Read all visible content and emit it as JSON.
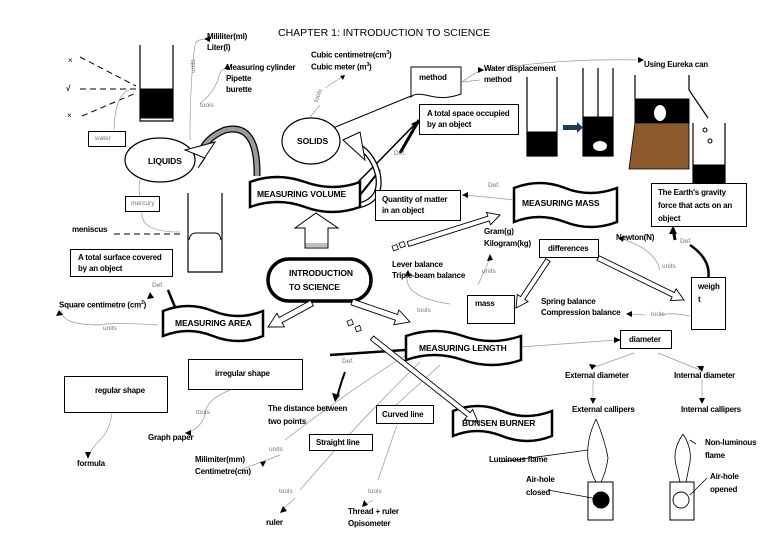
{
  "title": "CHAPTER 1:  INTRODUCTION TO SCIENCE",
  "central": {
    "line1": "INTRODUCTION",
    "line2": "TO SCIENCE"
  },
  "marks": {
    "wrong_top": "×",
    "right": "√",
    "wrong_bottom": "×"
  },
  "liquids": {
    "label": "LIQUIDS",
    "water": "water",
    "mercury": "mercury",
    "meniscus": "meniscus",
    "units_connector": "units",
    "units": [
      "Mililiter(ml)",
      "Liter(l)"
    ],
    "tools_connector": "tools",
    "tools": [
      "Measuring cylinder",
      "Pipette",
      "burette"
    ]
  },
  "solids": {
    "label": "SOLIDS",
    "tools_connector": "tools",
    "units": [
      "Cubic centimetre(cm",
      "3",
      ")",
      "Cubic meter (m",
      "3",
      ")"
    ],
    "method": "method",
    "water_displacement": [
      "Water displacement",
      "method"
    ],
    "eureka": "Using Eureka can"
  },
  "volume": {
    "label": "MEASURING VOLUME",
    "def_connector": "Def.",
    "definition": [
      "A total space occupied",
      "by an object"
    ]
  },
  "mass": {
    "label": "MEASURING MASS",
    "def_connector": "Def.",
    "definition": [
      "Quantity of matter",
      "in an object"
    ],
    "differences": "differences",
    "mass_box": "mass",
    "units_connector": "units",
    "units": [
      "Gram(g)",
      "Kilogram(kg)"
    ],
    "tools_connector": "tools",
    "tools": [
      "Lever balance",
      "Triple-beam balance"
    ],
    "weight_box": [
      "weigh",
      "t"
    ],
    "weight_def_connector": "Def.",
    "weight_definition": [
      "The Earth's gravity",
      "force that acts on an",
      "object"
    ],
    "weight_units_connector": "units",
    "weight_units": "Newton(N)",
    "weight_tools_connector": "tools",
    "weight_tools": [
      "Spring balance",
      "Compression balance"
    ]
  },
  "area": {
    "label": "MEASURING AREA",
    "def_connector": "Def.",
    "definition": [
      "A total surface covered",
      "by an object"
    ],
    "units_connector": "units",
    "units": [
      "Square centimetre (cm",
      "2",
      ")"
    ],
    "regular": "regular shape",
    "formula": "formula",
    "irregular": "irregular shape",
    "irregular_tools_connector": "tools",
    "graph_paper": "Graph paper"
  },
  "length": {
    "label": "MEASURING LENGTH",
    "def_connector": "Def.",
    "definition": [
      "The distance between",
      "two points"
    ],
    "units_connector": "units",
    "units": [
      "Milimiter(mm)",
      "Centimetre(cm)"
    ],
    "straight_line": "Straight line",
    "straight_tools_connector": "tools",
    "ruler": "ruler",
    "curved_line": "Curved line",
    "curved_tools_connector": "tools",
    "curved_tools": [
      "Thread + ruler",
      "Opisometer"
    ],
    "diameter": "diameter",
    "external_diameter": "External diameter",
    "internal_diameter": "Internal diameter",
    "external_callipers": "External callipers",
    "internal_callipers": "Internal callipers"
  },
  "bunsen": {
    "label": "BUNSEN BURNER",
    "luminous": "Luminous flame",
    "airhole_closed": [
      "Air-hole",
      "closed"
    ],
    "non_luminous": [
      "Non-luminous",
      "flame"
    ],
    "airhole_opened": [
      "Air-hole",
      "opened"
    ]
  },
  "colors": {
    "ink": "#000000",
    "connector": "#999999",
    "blue_arrow": "#1f3a5f",
    "eureka_can": "#8b5a2b",
    "curved_arrow_fill": "#9a9a9a"
  }
}
